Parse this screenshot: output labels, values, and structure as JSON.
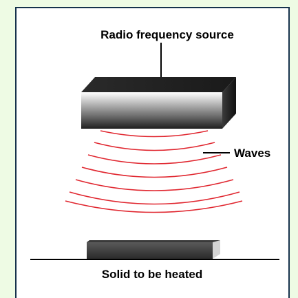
{
  "labels": {
    "source": "Radio frequency source",
    "waves": "Waves",
    "solid": "Solid to be heated"
  },
  "colors": {
    "background": "#eefbe4",
    "frame": "#16324c",
    "wave": "#e0262f"
  }
}
